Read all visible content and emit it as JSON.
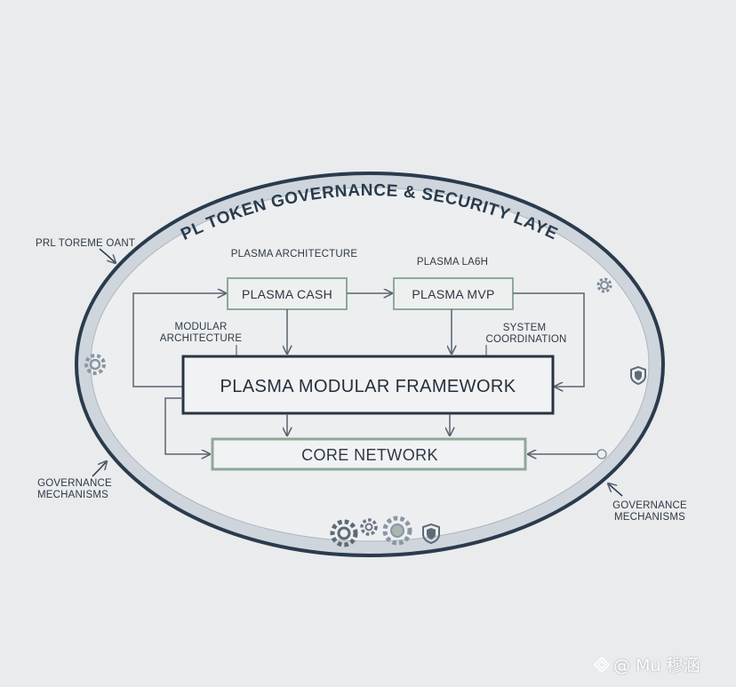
{
  "diagram": {
    "outer_title": "XPL TOKEN GOVERNANCE & SECURITY LAYER",
    "outer_left_label": "PRL TOREME OANT",
    "plasma_architecture_label": "PLASMA ARCHITECTURE",
    "plasma_la6h_label": "PLASMA LA6H",
    "plasma_cash_label": "PLASMA CASH",
    "plasma_mvp_label": "PLASMA MVP",
    "modular_arch_line1": "MODULAR",
    "modular_arch_line2": "ARCHITECTURE",
    "system_coord_line1": "SYSTEM",
    "system_coord_line2": "COORDINATION",
    "framework_label": "PLASMA MODULAR FRAMEWORK",
    "core_label": "CORE NETWORK",
    "governance_left_line1": "GOVERNANCE",
    "governance_left_line2": "MECHANISMS",
    "governance_right_line1": "GOVERNANCE",
    "governance_right_line2": "MECHANISMS",
    "icons": [
      "gear-icon",
      "shield-icon",
      "gear-icon",
      "gear-icon",
      "gear-icon",
      "gear-icon",
      "shield-icon"
    ],
    "colors": {
      "background": "#e9ebed",
      "ring_outer": "#2a3b4d",
      "ring_fill": "#cdd3db",
      "box_green": "#8fa89a",
      "box_dark": "#2a3440",
      "arrow": "#5a6470"
    }
  },
  "watermark": {
    "text": "@ Mu 穆涵"
  }
}
